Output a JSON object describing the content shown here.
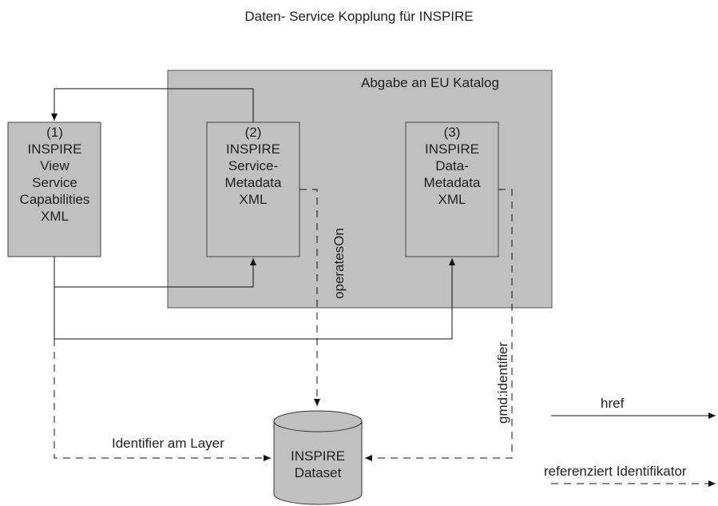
{
  "diagram": {
    "title": "Daten- Service Kopplung für INSPIRE",
    "catalog_label": "Abgabe an EU Katalog",
    "box1": {
      "lines": [
        "(1)",
        "INSPIRE",
        "View",
        "Service",
        "Capabilities",
        "XML"
      ]
    },
    "box2": {
      "lines": [
        "(2)",
        "INSPIRE",
        "Service-",
        "Metadata",
        "XML"
      ]
    },
    "box3": {
      "lines": [
        "(3)",
        "INSPIRE",
        "Data-",
        "Metadata",
        "XML"
      ]
    },
    "dataset": {
      "lines": [
        "INSPIRE",
        "Dataset"
      ]
    },
    "edge_labels": {
      "operates_on": "operatesOn",
      "gmd_identifier": "gmd:identifier",
      "identifier_layer": "Identifier am Layer"
    },
    "legend": {
      "href": "href",
      "ref_identifier": "referenziert Identifikator"
    },
    "colors": {
      "box_fill": "#c0c0c0",
      "stroke": "#333333",
      "background": "#ffffff"
    }
  }
}
